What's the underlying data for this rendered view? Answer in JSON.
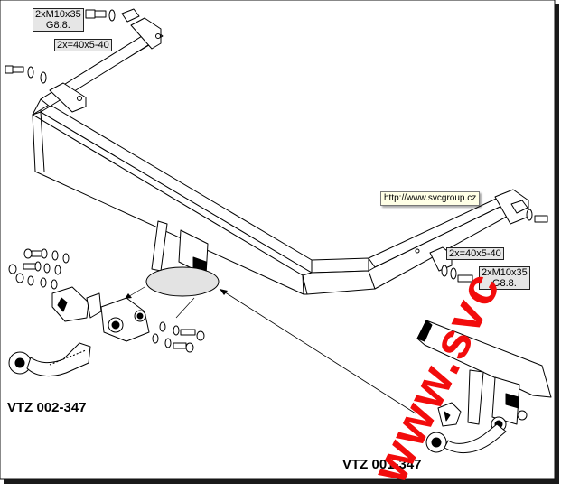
{
  "labels": {
    "bolt_spec_top_line1": "2xM10x35",
    "bolt_spec_top_line2": "G8.8.",
    "plate_spec_top": "2x=40x5-40",
    "url": "http://www.svcgroup.cz",
    "plate_spec_right": "2x=40x5-40",
    "bolt_spec_right_line1": "2xM10x35",
    "bolt_spec_right_line2": "G8.8."
  },
  "codes": {
    "left_ball": "VTZ 002-347",
    "right_ball": "VTZ 001-347"
  },
  "watermark": "www.svc",
  "colors": {
    "watermark": "#f20c0c",
    "frame_shadow": "#1a1a1a",
    "spec_label_bg": "#e6e6e6",
    "url_bg": "#ffffe6",
    "highlight_ellipse": "#e3e3e3"
  }
}
